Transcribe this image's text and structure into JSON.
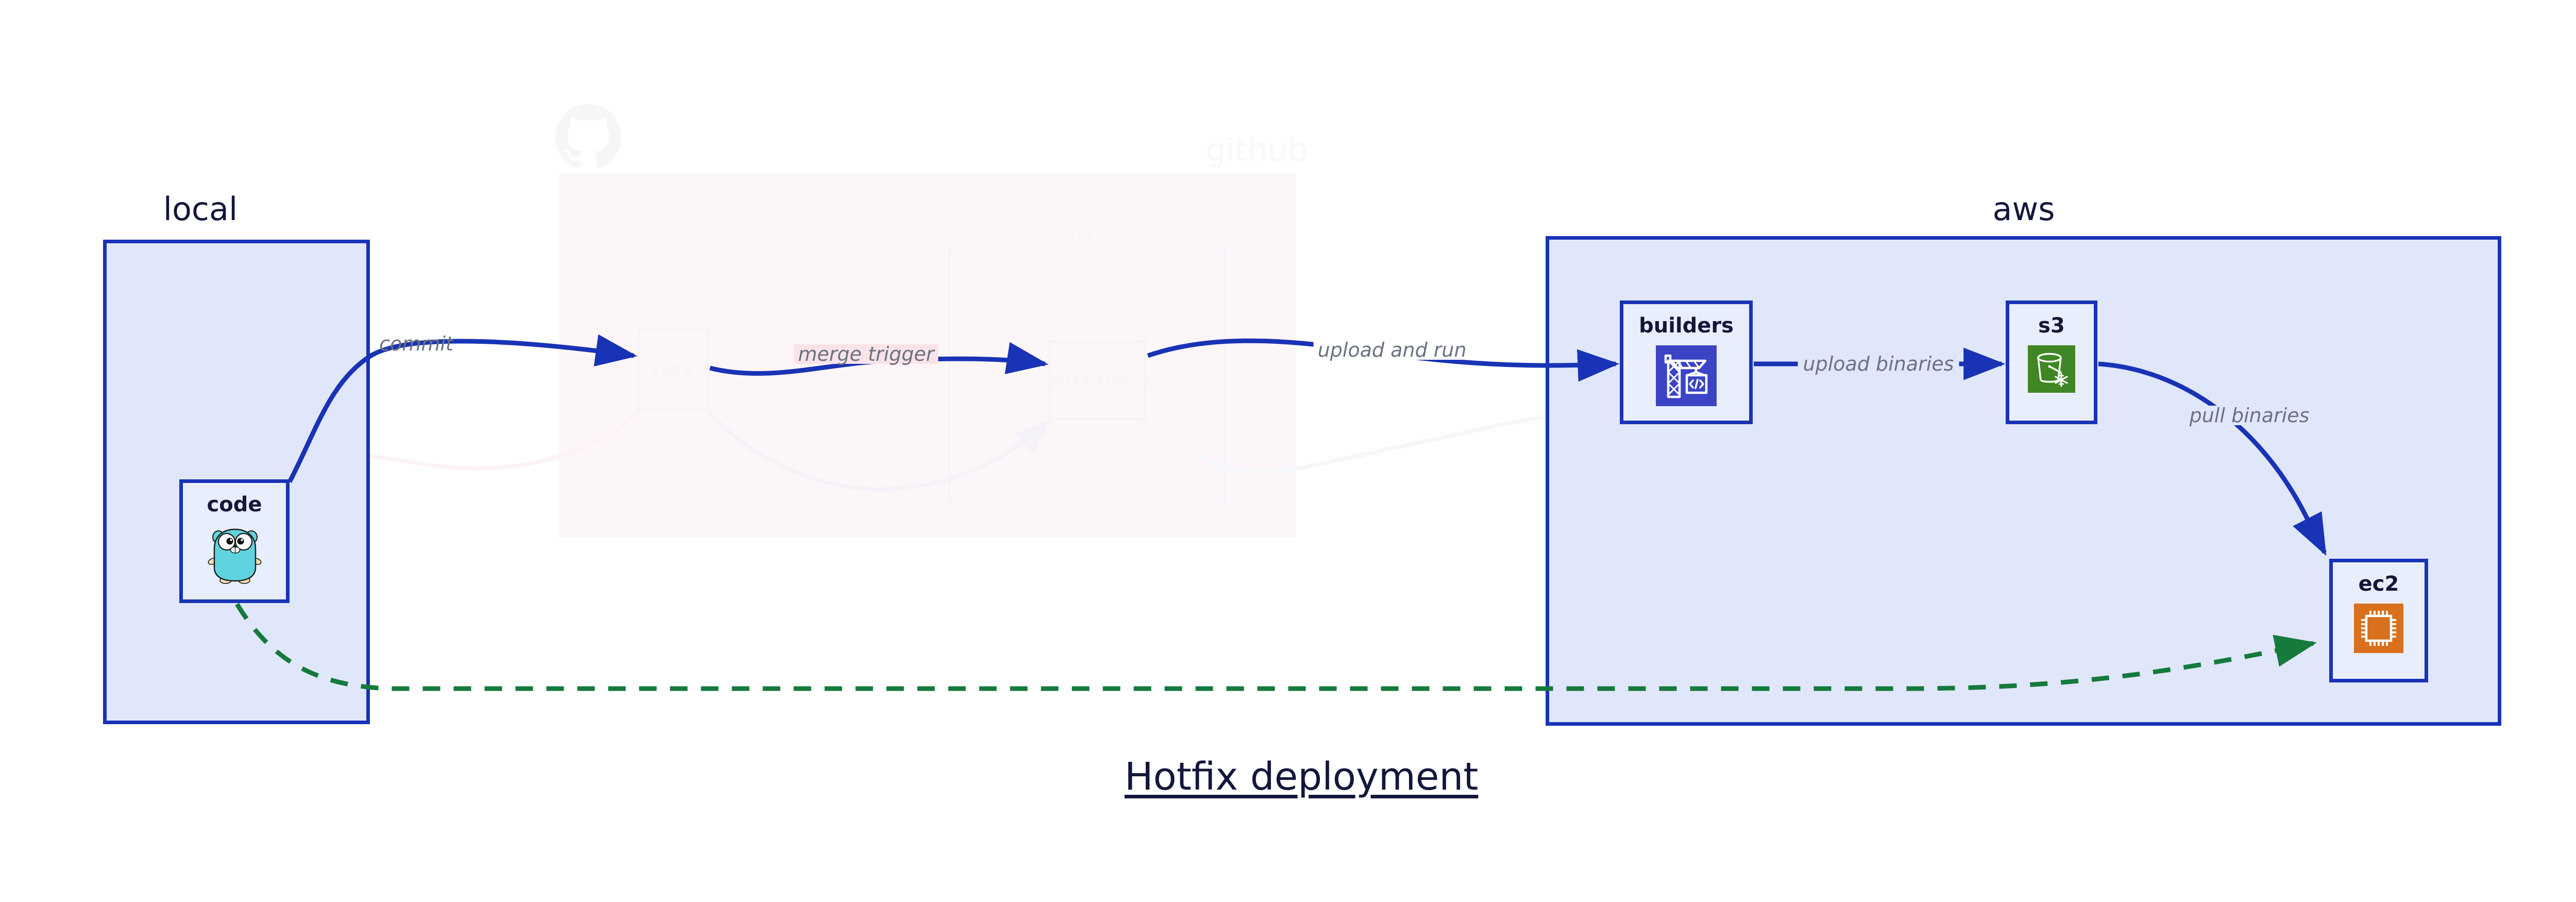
{
  "diagram": {
    "caption": "Hotfix deployment",
    "background": "#ffffff",
    "accent_blue": "#1833b5",
    "accent_blue_fill": "#e1e7fb",
    "node_fill": "#e9eefc",
    "github_pink": "#f9e3e9",
    "dashed_green": "#157a3c",
    "faded_pink": "#f6dde5",
    "label_gray": "#6b7280"
  },
  "clusters": [
    {
      "id": "local",
      "label": "local",
      "faded": false
    },
    {
      "id": "github",
      "label": "github",
      "faded": true,
      "icon": "github-octocat-icon",
      "subcluster": {
        "id": "master",
        "label": "master",
        "faded": true
      }
    },
    {
      "id": "aws",
      "label": "aws",
      "faded": false
    }
  ],
  "nodes": [
    {
      "id": "code",
      "label": "code",
      "cluster": "local",
      "icon": "go-gopher-icon",
      "faded": false
    },
    {
      "id": "dev",
      "label": "dev",
      "cluster": "github",
      "icon": "none",
      "faded": true
    },
    {
      "id": "workflows",
      "label": "workflows",
      "cluster": "master",
      "icon": "none",
      "faded": true
    },
    {
      "id": "builders",
      "label": "builders",
      "cluster": "aws",
      "icon": "aws-codebuild-icon",
      "faded": false
    },
    {
      "id": "s3",
      "label": "s3",
      "cluster": "aws",
      "icon": "aws-s3-glacier-icon",
      "faded": false
    },
    {
      "id": "ec2",
      "label": "ec2",
      "cluster": "aws",
      "icon": "aws-ec2-icon",
      "faded": false
    }
  ],
  "edges": [
    {
      "id": "commit",
      "from": "code",
      "to": "dev",
      "label": "commit",
      "style": "solid",
      "color": "#1833b5",
      "faded": false
    },
    {
      "id": "merge-trigger",
      "from": "dev",
      "to": "workflows",
      "label": "merge trigger",
      "style": "solid",
      "color": "#1833b5",
      "faded": false
    },
    {
      "id": "upload-and-run",
      "from": "workflows",
      "to": "builders",
      "label": "upload and run",
      "style": "solid",
      "color": "#1833b5",
      "faded": false
    },
    {
      "id": "upload-binaries",
      "from": "builders",
      "to": "s3",
      "label": "upload binaries",
      "style": "solid",
      "color": "#1833b5",
      "faded": false
    },
    {
      "id": "pull-binaries",
      "from": "s3",
      "to": "ec2",
      "label": "pull binaries",
      "style": "solid",
      "color": "#1833b5",
      "faded": false
    },
    {
      "id": "code-to-ec2",
      "from": "code",
      "to": "ec2",
      "label": "",
      "style": "dashed",
      "color": "#157a3c",
      "faded": false
    },
    {
      "id": "faded-back-1",
      "from": "builders",
      "to": "code",
      "label": "",
      "style": "solid",
      "color": "#f6dde5",
      "faded": true
    },
    {
      "id": "faded-back-2",
      "from": "dev",
      "to": "workflows",
      "label": "",
      "style": "solid",
      "color": "#e3dcef",
      "faded": true
    },
    {
      "id": "faded-back-3",
      "from": "workflows",
      "to": "builders",
      "label": "",
      "style": "solid",
      "color": "#e6e9f7",
      "faded": true
    }
  ],
  "edge_labels": {
    "commit": "commit",
    "merge_trigger": "merge trigger",
    "upload_and_run": "upload and run",
    "upload_binaries": "upload binaries",
    "pull_binaries": "pull binaries"
  },
  "node_labels": {
    "code": "code",
    "dev": "dev",
    "workflows": "workflows",
    "builders": "builders",
    "s3": "s3",
    "ec2": "ec2"
  },
  "cluster_labels": {
    "local": "local",
    "github": "github",
    "master": "master",
    "aws": "aws"
  }
}
